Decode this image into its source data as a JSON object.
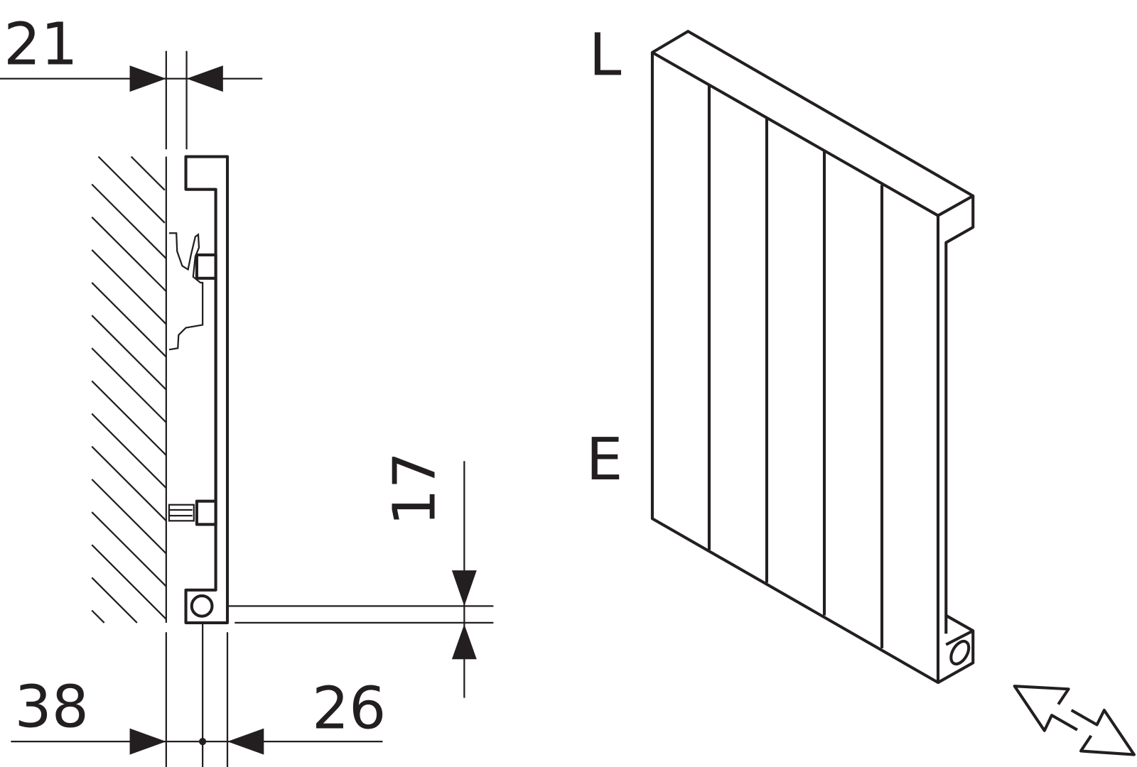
{
  "dimensions": {
    "wall_gap": "21",
    "wall_to_pipe": "38",
    "pipe_to_front": "26",
    "pipe_height": "17"
  },
  "connection_labels": {
    "top": "L",
    "bottom": "E"
  },
  "colors": {
    "line": "#231f20",
    "background": "#ffffff"
  }
}
